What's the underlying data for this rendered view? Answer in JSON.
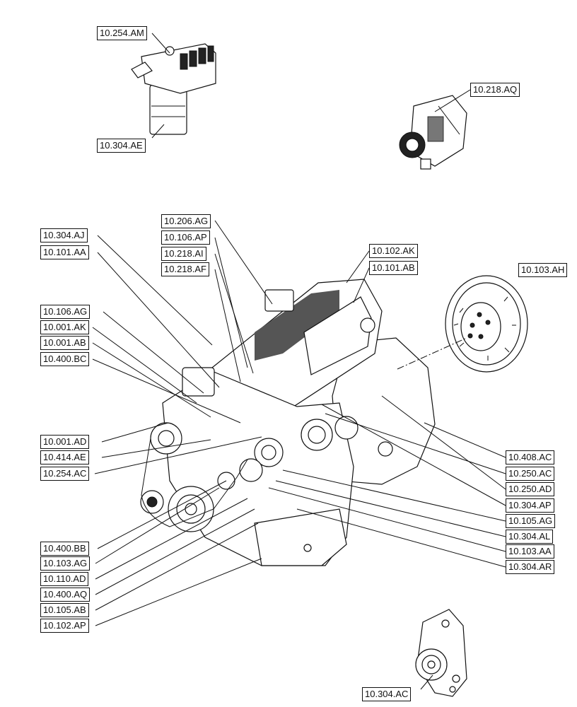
{
  "colors": {
    "line": "#111111",
    "background": "#ffffff"
  },
  "callouts": {
    "c_254_am": "10.254.AM",
    "c_304_ae": "10.304.AE",
    "c_218_aq": "10.218.AQ",
    "c_206_ag": "10.206.AG",
    "c_106_ap": "10.106.AP",
    "c_218_ai": "10.218.AI",
    "c_218_af": "10.218.AF",
    "c_304_aj": "10.304.AJ",
    "c_101_aa": "10.101.AA",
    "c_102_ak": "10.102.AK",
    "c_101_ab": "10.101.AB",
    "c_103_ah": "10.103.AH",
    "c_106_ag": "10.106.AG",
    "c_001_ak": "10.001.AK",
    "c_001_ab": "10.001.AB",
    "c_400_bc": "10.400.BC",
    "c_001_ad": "10.001.AD",
    "c_414_ae": "10.414.AE",
    "c_254_ac": "10.254.AC",
    "c_408_ac": "10.408.AC",
    "c_250_ac": "10.250.AC",
    "c_250_ad": "10.250.AD",
    "c_304_ap": "10.304.AP",
    "c_105_ag": "10.105.AG",
    "c_304_al": "10.304.AL",
    "c_103_aa": "10.103.AA",
    "c_304_ar": "10.304.AR",
    "c_400_bb": "10.400.BB",
    "c_103_ag": "10.103.AG",
    "c_110_ad": "10.110.AD",
    "c_400_aq": "10.400.AQ",
    "c_105_ab": "10.105.AB",
    "c_102_ap": "10.102.AP",
    "c_304_ac": "10.304.AC"
  }
}
